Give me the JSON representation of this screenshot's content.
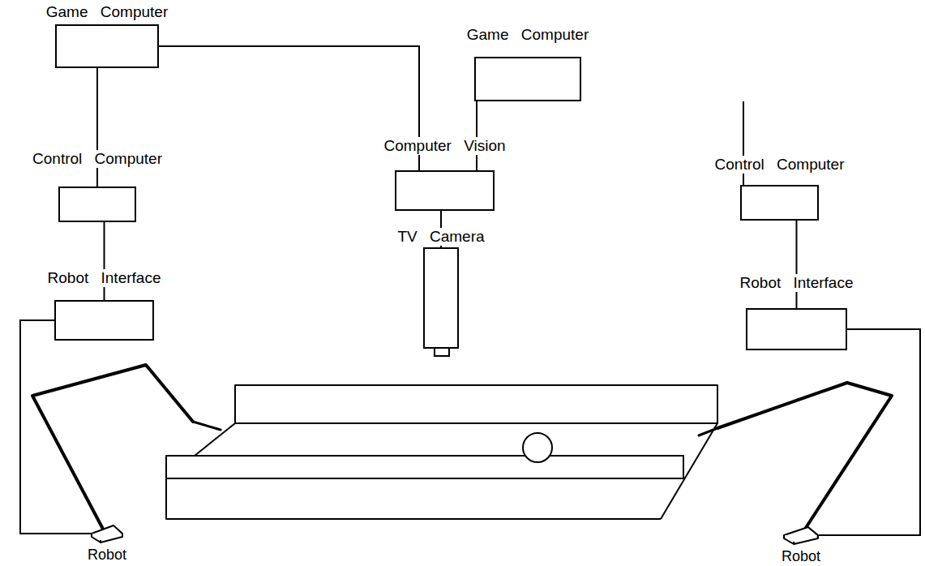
{
  "diagram": {
    "nodes": [
      {
        "text": [
          "Game Computer"
        ]
      },
      {
        "text": [
          "Control Computer"
        ]
      },
      {
        "text": [
          "Robot Interface"
        ]
      },
      {
        "text": [
          "Computer Vision"
        ]
      },
      {
        "text": [
          "TV Camera"
        ]
      },
      {
        "text": [
          "Game Computer"
        ]
      },
      {
        "text": [
          "Control Computer"
        ]
      },
      {
        "text": [
          "Robot Interface"
        ]
      },
      {
        "text": [
          "Robot"
        ]
      },
      {
        "text": [
          "Robot"
        ]
      }
    ],
    "edges": [
      {
        "from": 0,
        "to": 1,
        "arrow": "none"
      },
      {
        "from": 1,
        "to": 2,
        "arrow": "none"
      },
      {
        "from": 2,
        "to": 8,
        "arrow": "none"
      },
      {
        "from": 0,
        "to": 3,
        "arrow": "none"
      },
      {
        "from": 3,
        "to": 4,
        "arrow": "none"
      },
      {
        "from": 5,
        "to": 3,
        "arrow": "none"
      },
      {
        "from": 5,
        "to": 6,
        "arrow": "none"
      },
      {
        "from": 6,
        "to": 7,
        "arrow": "none"
      },
      {
        "from": 7,
        "to": 9,
        "arrow": "none"
      }
    ]
  }
}
